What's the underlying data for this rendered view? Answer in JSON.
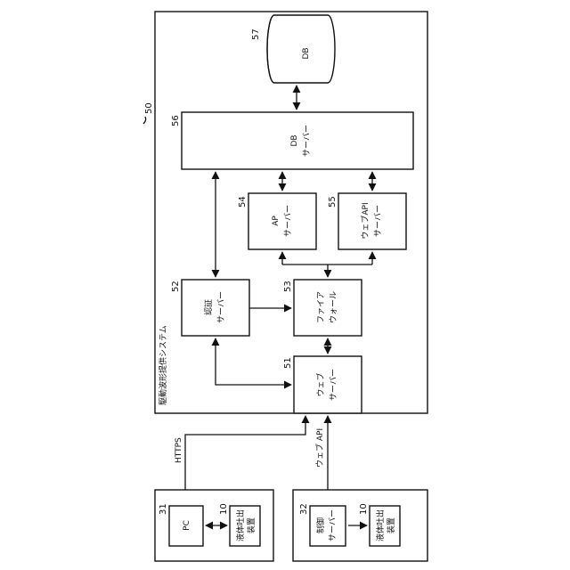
{
  "diagram": {
    "system_ref": "50",
    "system_label": "駆動波形提供システム",
    "db": {
      "ref": "57",
      "label": "DB"
    },
    "db_server": {
      "ref": "56",
      "line1": "DB",
      "line2": "サーバー"
    },
    "ap_server": {
      "ref": "54",
      "line1": "AP",
      "line2": "サーバー"
    },
    "webapi_server": {
      "ref": "55",
      "line1": "ウェブAPI",
      "line2": "サーバー"
    },
    "auth_server": {
      "ref": "52",
      "line1": "認証",
      "line2": "サーバー"
    },
    "firewall": {
      "ref": "53",
      "line1": "ファイア",
      "line2": "ウォール"
    },
    "web_server": {
      "ref": "51",
      "line1": "ウェブ",
      "line2": "サーバー"
    },
    "https_label": "HTTPS",
    "webapi_label": "ウェブ API",
    "pc_group": {
      "pc_ref": "31",
      "pc_label": "PC",
      "device_ref": "10",
      "device_line1": "液体吐出",
      "device_line2": "装置"
    },
    "ctrl_group": {
      "ctrl_ref": "32",
      "ctrl_line1": "制御",
      "ctrl_line2": "サーバー",
      "device_ref": "10",
      "device_line1": "液体吐出",
      "device_line2": "装置"
    }
  }
}
